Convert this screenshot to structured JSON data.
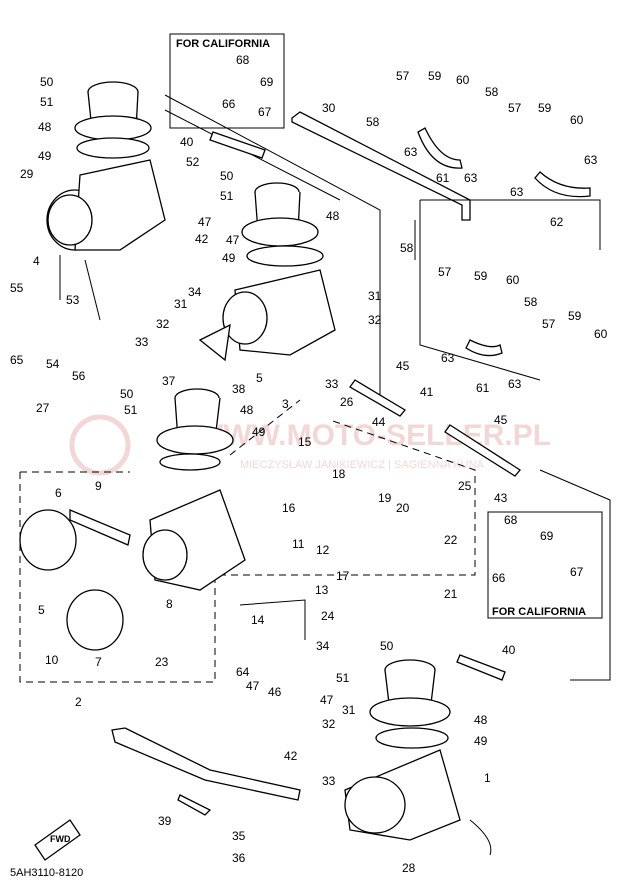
{
  "diagram": {
    "drawing_code": "5AH3110-8120",
    "california_label": "FOR CALIFORNIA",
    "forward_label": "FWD",
    "watermark_main": "WWW.MOTO-SELLER.PL",
    "watermark_sub": "MIECZYSŁAW JANIKIEWICZ | SAGIENNA KUNA"
  },
  "callouts": [
    {
      "id": "c50a",
      "text": "50"
    },
    {
      "id": "c51a",
      "text": "51"
    },
    {
      "id": "c48a",
      "text": "48"
    },
    {
      "id": "c49a",
      "text": "49"
    },
    {
      "id": "c29",
      "text": "29"
    },
    {
      "id": "c4",
      "text": "4"
    },
    {
      "id": "c55",
      "text": "55"
    },
    {
      "id": "c53",
      "text": "53"
    },
    {
      "id": "c65",
      "text": "65"
    },
    {
      "id": "c54",
      "text": "54"
    },
    {
      "id": "c56",
      "text": "56"
    },
    {
      "id": "c27",
      "text": "27"
    },
    {
      "id": "c50b",
      "text": "50"
    },
    {
      "id": "c51b",
      "text": "51"
    },
    {
      "id": "c48b",
      "text": "48"
    },
    {
      "id": "c49b",
      "text": "49"
    },
    {
      "id": "c9",
      "text": "9"
    },
    {
      "id": "c6",
      "text": "6"
    },
    {
      "id": "c5a",
      "text": "5"
    },
    {
      "id": "c10",
      "text": "10"
    },
    {
      "id": "c7",
      "text": "7"
    },
    {
      "id": "c2",
      "text": "2"
    },
    {
      "id": "c8",
      "text": "8"
    },
    {
      "id": "c23",
      "text": "23"
    },
    {
      "id": "c40a",
      "text": "40"
    },
    {
      "id": "c52",
      "text": "52"
    },
    {
      "id": "c47a",
      "text": "47"
    },
    {
      "id": "c42a",
      "text": "42"
    },
    {
      "id": "c50c",
      "text": "50"
    },
    {
      "id": "c51c",
      "text": "51"
    },
    {
      "id": "c47b",
      "text": "47"
    },
    {
      "id": "c48c",
      "text": "48"
    },
    {
      "id": "c49c",
      "text": "49"
    },
    {
      "id": "c34a",
      "text": "34"
    },
    {
      "id": "c31a",
      "text": "31"
    },
    {
      "id": "c32a",
      "text": "32"
    },
    {
      "id": "c33a",
      "text": "33"
    },
    {
      "id": "c37",
      "text": "37"
    },
    {
      "id": "c38",
      "text": "38"
    },
    {
      "id": "c5b",
      "text": "5"
    },
    {
      "id": "c3",
      "text": "3"
    },
    {
      "id": "c31b",
      "text": "31"
    },
    {
      "id": "c32b",
      "text": "32"
    },
    {
      "id": "c33b",
      "text": "33"
    },
    {
      "id": "c68a",
      "text": "68"
    },
    {
      "id": "c69a",
      "text": "69"
    },
    {
      "id": "c66a",
      "text": "66"
    },
    {
      "id": "c67a",
      "text": "67"
    },
    {
      "id": "c30",
      "text": "30"
    },
    {
      "id": "c58a",
      "text": "58"
    },
    {
      "id": "c57a",
      "text": "57"
    },
    {
      "id": "c59a",
      "text": "59"
    },
    {
      "id": "c60a",
      "text": "60"
    },
    {
      "id": "c58b",
      "text": "58"
    },
    {
      "id": "c57b",
      "text": "57"
    },
    {
      "id": "c59b",
      "text": "59"
    },
    {
      "id": "c60b",
      "text": "60"
    },
    {
      "id": "c63a",
      "text": "63"
    },
    {
      "id": "c61a",
      "text": "61"
    },
    {
      "id": "c63b",
      "text": "63"
    },
    {
      "id": "c63c",
      "text": "63"
    },
    {
      "id": "c62",
      "text": "62"
    },
    {
      "id": "c63d",
      "text": "63"
    },
    {
      "id": "c58c",
      "text": "58"
    },
    {
      "id": "c57c",
      "text": "57"
    },
    {
      "id": "c59c",
      "text": "59"
    },
    {
      "id": "c60c",
      "text": "60"
    },
    {
      "id": "c58d",
      "text": "58"
    },
    {
      "id": "c57d",
      "text": "57"
    },
    {
      "id": "c59d",
      "text": "59"
    },
    {
      "id": "c60d",
      "text": "60"
    },
    {
      "id": "c63e",
      "text": "63"
    },
    {
      "id": "c61b",
      "text": "61"
    },
    {
      "id": "c63f",
      "text": "63"
    },
    {
      "id": "c45a",
      "text": "45"
    },
    {
      "id": "c26",
      "text": "26"
    },
    {
      "id": "c44",
      "text": "44"
    },
    {
      "id": "c41",
      "text": "41"
    },
    {
      "id": "c45b",
      "text": "45"
    },
    {
      "id": "c25",
      "text": "25"
    },
    {
      "id": "c43",
      "text": "43"
    },
    {
      "id": "c15",
      "text": "15"
    },
    {
      "id": "c18",
      "text": "18"
    },
    {
      "id": "c16",
      "text": "16"
    },
    {
      "id": "c19",
      "text": "19"
    },
    {
      "id": "c20",
      "text": "20"
    },
    {
      "id": "c11",
      "text": "11"
    },
    {
      "id": "c12",
      "text": "12"
    },
    {
      "id": "c13",
      "text": "13"
    },
    {
      "id": "c17",
      "text": "17"
    },
    {
      "id": "c22",
      "text": "22"
    },
    {
      "id": "c21",
      "text": "21"
    },
    {
      "id": "c14",
      "text": "14"
    },
    {
      "id": "c24",
      "text": "24"
    },
    {
      "id": "c68b",
      "text": "68"
    },
    {
      "id": "c69b",
      "text": "69"
    },
    {
      "id": "c66b",
      "text": "66"
    },
    {
      "id": "c67b",
      "text": "67"
    },
    {
      "id": "c34b",
      "text": "34"
    },
    {
      "id": "c64",
      "text": "64"
    },
    {
      "id": "c47c",
      "text": "47"
    },
    {
      "id": "c46",
      "text": "46"
    },
    {
      "id": "c50d",
      "text": "50"
    },
    {
      "id": "c51d",
      "text": "51"
    },
    {
      "id": "c40b",
      "text": "40"
    },
    {
      "id": "c47d",
      "text": "47"
    },
    {
      "id": "c32c",
      "text": "32"
    },
    {
      "id": "c31c",
      "text": "31"
    },
    {
      "id": "c42b",
      "text": "42"
    },
    {
      "id": "c48d",
      "text": "48"
    },
    {
      "id": "c49d",
      "text": "49"
    },
    {
      "id": "c1",
      "text": "1"
    },
    {
      "id": "c33c",
      "text": "33"
    },
    {
      "id": "c39",
      "text": "39"
    },
    {
      "id": "c35",
      "text": "35"
    },
    {
      "id": "c36",
      "text": "36"
    },
    {
      "id": "c28",
      "text": "28"
    }
  ]
}
